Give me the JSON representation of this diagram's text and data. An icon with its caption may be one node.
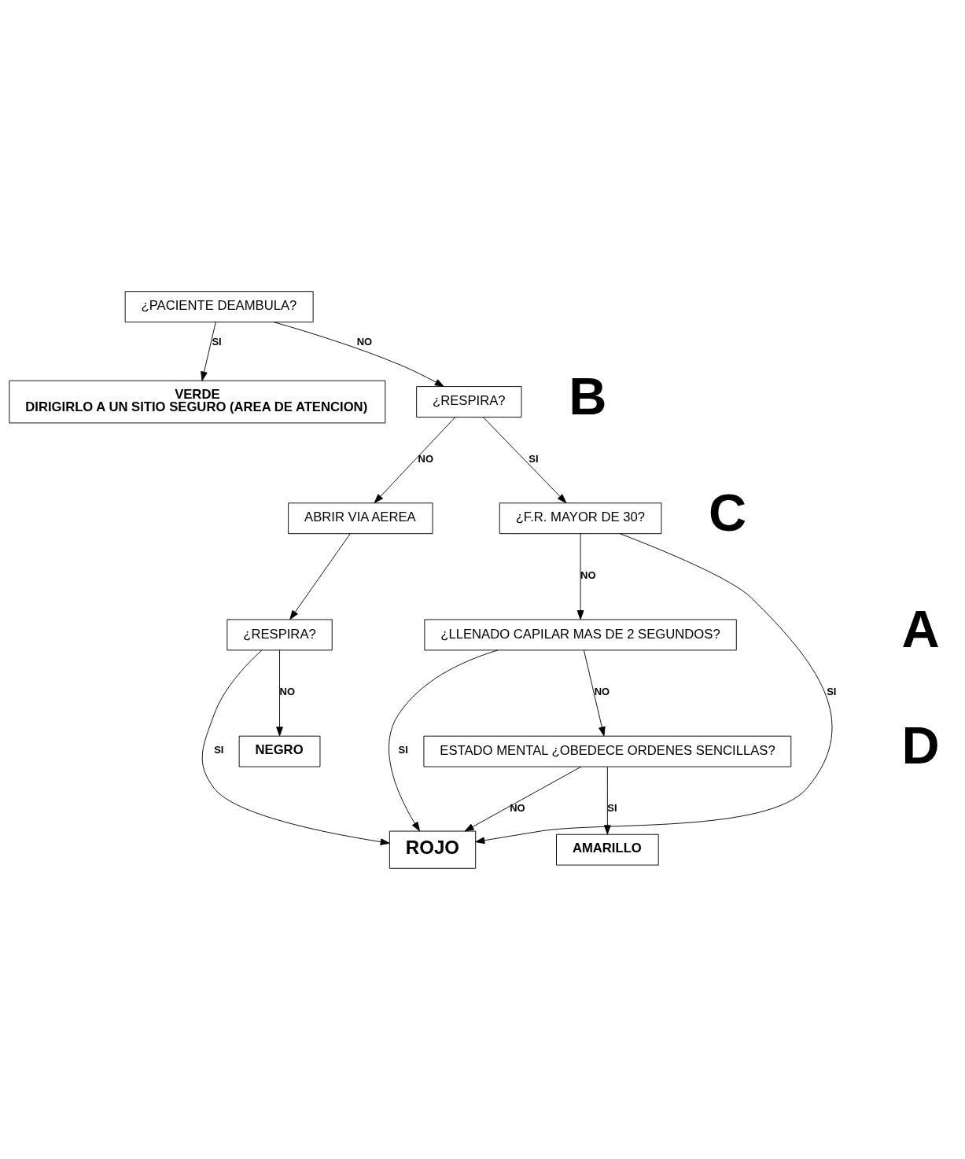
{
  "diagram": {
    "nodes": [
      {
        "text": [
          "¿PACIENTE DEAMBULA?"
        ]
      },
      {
        "text": [
          "VERDE",
          "DIRIGIRLO A UN SITIO SEGURO (AREA DE ATENCION)"
        ]
      },
      {
        "text": [
          "¿RESPIRA?"
        ]
      },
      {
        "text": [
          "ABRIR VIA AEREA"
        ]
      },
      {
        "text": [
          "¿F.R. MAYOR DE 30?"
        ]
      },
      {
        "text": [
          "¿RESPIRA?"
        ]
      },
      {
        "text": [
          "¿LLENADO CAPILAR MAS DE 2 SEGUNDOS?"
        ]
      },
      {
        "text": [
          "NEGRO"
        ]
      },
      {
        "text": [
          "ROJO"
        ]
      },
      {
        "text": [
          "ESTADO MENTAL ¿OBEDECE ORDENES SENCILLAS?"
        ]
      },
      {
        "text": [
          "AMARILLO"
        ]
      }
    ],
    "edges": [
      {
        "from": 0,
        "to": 1,
        "arrow": "to",
        "label": "SI"
      },
      {
        "from": 0,
        "to": 2,
        "arrow": "to",
        "label": "NO"
      },
      {
        "from": 2,
        "to": 3,
        "arrow": "to",
        "label": "NO"
      },
      {
        "from": 2,
        "to": 4,
        "arrow": "to",
        "label": "SI"
      },
      {
        "from": 3,
        "to": 5,
        "arrow": "to"
      },
      {
        "from": 5,
        "to": 7,
        "arrow": "to",
        "label": "NO"
      },
      {
        "from": 5,
        "to": 8,
        "arrow": "to",
        "label": "SI"
      },
      {
        "from": 4,
        "to": 8,
        "arrow": "to",
        "label": "SI"
      },
      {
        "from": 4,
        "to": 6,
        "arrow": "to",
        "label": "NO"
      },
      {
        "from": 6,
        "to": 8,
        "arrow": "to",
        "label": "SI"
      },
      {
        "from": 6,
        "to": 9,
        "arrow": "to",
        "label": "NO"
      },
      {
        "from": 9,
        "to": 8,
        "arrow": "to",
        "label": "NO"
      },
      {
        "from": 9,
        "to": 10,
        "arrow": "to",
        "label": "SI"
      }
    ],
    "labels": [
      "B",
      "A",
      "C",
      "D"
    ]
  }
}
